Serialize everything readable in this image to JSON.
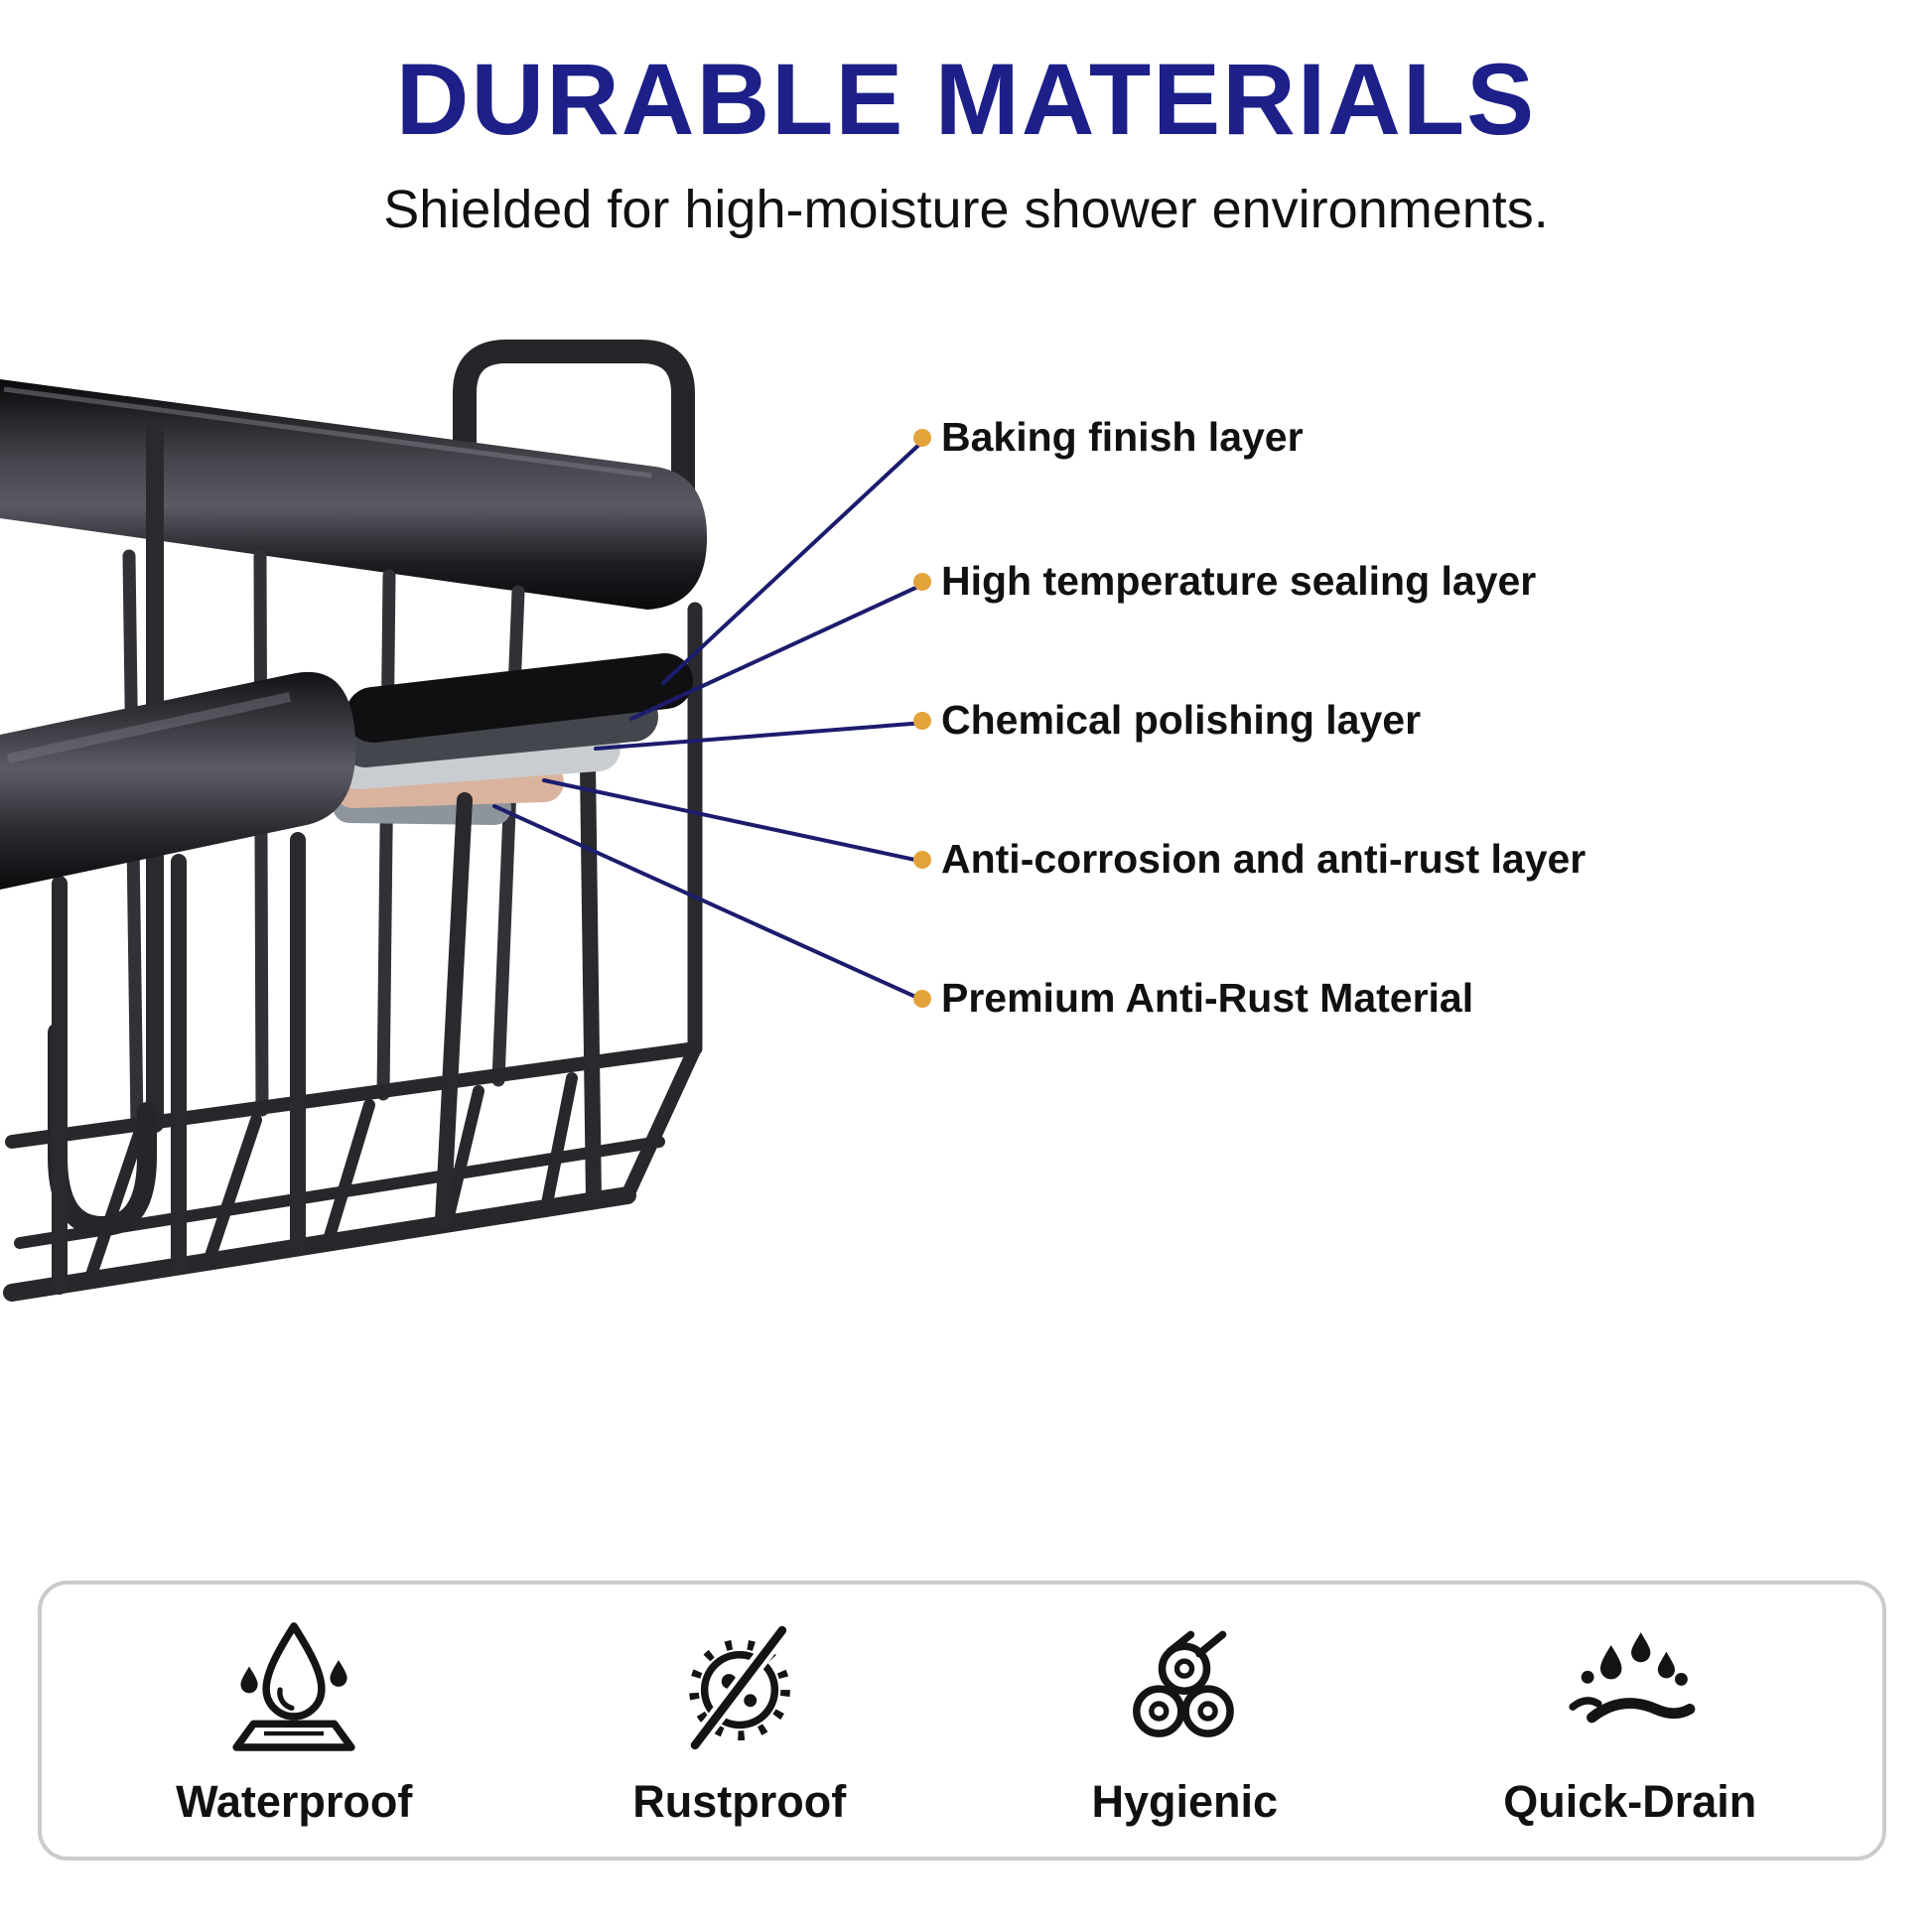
{
  "header": {
    "title": "DURABLE MATERIALS",
    "subtitle": "Shielded for high-moisture shower environments."
  },
  "diagram": {
    "callouts": [
      {
        "label": "Baking finish layer"
      },
      {
        "label": "High temperature sealing layer"
      },
      {
        "label": "Chemical polishing layer"
      },
      {
        "label": "Anti-corrosion and anti-rust layer"
      },
      {
        "label": "Premium Anti-Rust Material"
      }
    ]
  },
  "features": [
    {
      "label": "Waterproof",
      "icon": "waterproof-icon"
    },
    {
      "label": "Rustproof",
      "icon": "rustproof-icon"
    },
    {
      "label": "Hygienic",
      "icon": "hygienic-icon"
    },
    {
      "label": "Quick-Drain",
      "icon": "quick-drain-icon"
    }
  ],
  "colors": {
    "title_blue": "#1d2088",
    "leader_line": "#1c1c6e",
    "bullet_dot": "#e3a33a",
    "text": "#111111"
  }
}
